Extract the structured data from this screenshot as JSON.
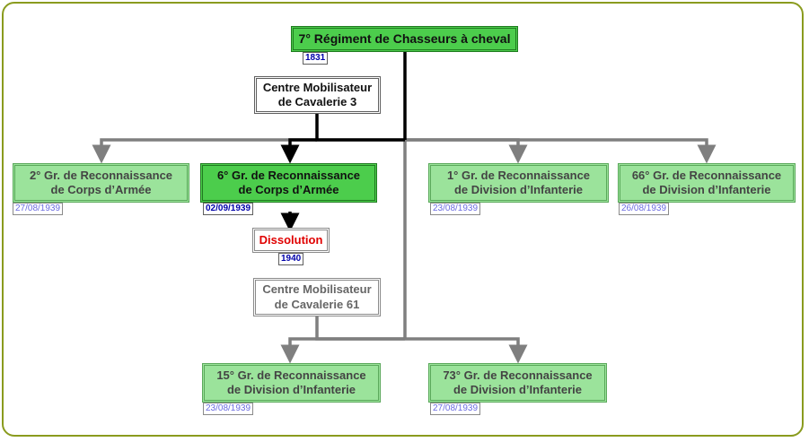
{
  "nodes": {
    "root": {
      "label": "7° Régiment de Chasseurs à cheval",
      "date": "1831"
    },
    "cm3": {
      "line1": "Centre Mobilisateur",
      "line2": "de Cavalerie 3"
    },
    "grca2": {
      "line1": "2° Gr. de Reconnaissance",
      "line2": "de Corps d’Armée",
      "date": "27/08/1939"
    },
    "grca6": {
      "line1": "6° Gr. de Reconnaissance",
      "line2": "de Corps d’Armée",
      "date": "02/09/1939"
    },
    "gdri1": {
      "line1": "1° Gr. de Reconnaissance",
      "line2": "de Division d’Infanterie",
      "date": "23/08/1939"
    },
    "gdri66": {
      "line1": "66° Gr. de Reconnaissance",
      "line2": "de Division d’Infanterie",
      "date": "26/08/1939"
    },
    "dissolution": {
      "label": "Dissolution",
      "date": "1940"
    },
    "cm61": {
      "line1": "Centre Mobilisateur",
      "line2": "de Cavalerie 61"
    },
    "gdri15": {
      "line1": "15° Gr. de Reconnaissance",
      "line2": "de Division d’Infanterie",
      "date": "23/08/1939"
    },
    "gdri73": {
      "line1": "73° Gr. de Reconnaissance",
      "line2": "de Division d’Infanterie",
      "date": "27/08/1939"
    }
  },
  "colors": {
    "active_green": "#4ccd4c",
    "pale_green": "#9be39b",
    "frame_olive": "#8a9b1e",
    "line_black": "#000000",
    "line_grey": "#7f7f7f",
    "dissolution_red": "#e00000"
  }
}
